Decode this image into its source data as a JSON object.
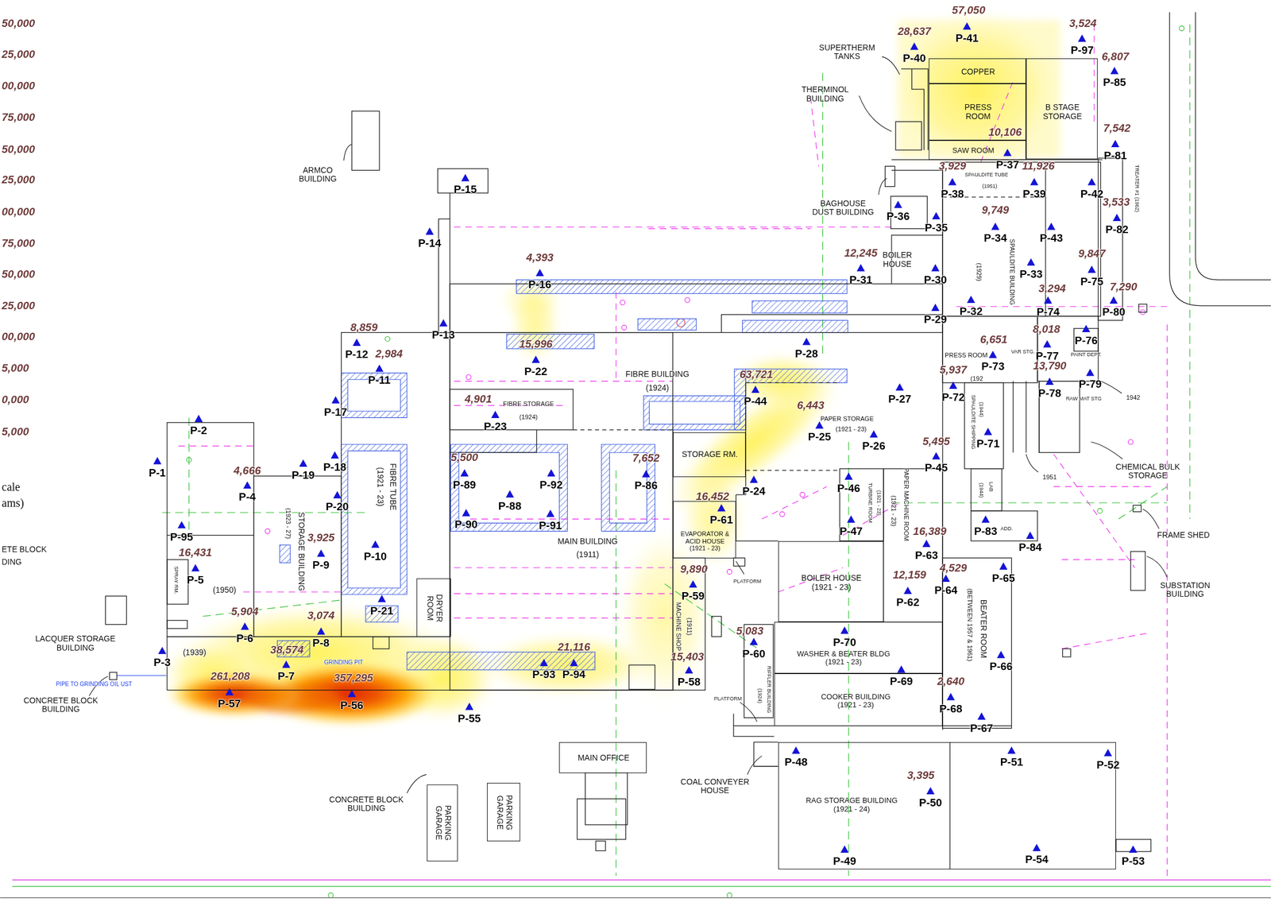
{
  "diagram": {
    "nodes": [
      {
        "text": [
          "COPPER"
        ]
      },
      {
        "text": [
          "PRESS ROOM"
        ]
      },
      {
        "text": [
          "B STAGE STORAGE"
        ]
      },
      {
        "text": [
          "SAW ROOM"
        ]
      },
      {
        "text": [
          "MAIN OFFICE"
        ]
      },
      {
        "text": [
          "PARKING GARAGE"
        ]
      },
      {
        "text": [
          "PARKING GARAGE"
        ]
      },
      {
        "text": [
          "DRYER ROOM"
        ]
      },
      {
        "text": [
          "STORAGE RM."
        ]
      },
      {
        "text": [
          "BOILER HOUSE",
          "(1921 - 23)"
        ]
      },
      {
        "text": [
          "WASHER & BEATER BLDG",
          "(1921 - 23)"
        ]
      },
      {
        "text": [
          "COOKER BUILDING",
          "(1921 - 23)"
        ]
      },
      {
        "text": [
          "EVAPORATOR & ACID HOUSE",
          "(1921 - 23)"
        ]
      },
      {
        "text": [
          "RAG STORAGE BUILDING",
          "(1921 - 24)"
        ]
      }
    ],
    "labels": [
      "50,000",
      "25,000",
      "00,000",
      "75,000",
      "50,000",
      "25,000",
      "00,000",
      "75,000",
      "50,000",
      "25,000",
      "00,000",
      "5,000",
      "0,000",
      "5,000",
      "cale",
      "ams)",
      "ETE BLOCK",
      "DING",
      "57,050",
      "P-41",
      "28,637",
      "P-40",
      "3,524",
      "P-97",
      "6,807",
      "P-85",
      "SUPERTHERM TANKS",
      "THERMINOL BUILDING",
      "ARMCO BUILDING",
      "7,542",
      "P-81",
      "10,106",
      "P-37",
      "3,929",
      "P-38",
      "SPAULDITE TUBE",
      "(1951)",
      "11,926",
      "P-39",
      "P-42",
      "TREATER #1 (1962)",
      "3,533",
      "P-82",
      "P-15",
      "BAGHOUSE DUST BUILDING",
      "P-36",
      "P-35",
      "9,749",
      "P-34",
      "SPAULDITE BUILDING",
      "(1929)",
      "P-43",
      "P-14",
      "12,245",
      "BOILER HOUSE",
      "P-31",
      "P-30",
      "3,294",
      "P-33",
      "9,847",
      "P-75",
      "7,290",
      "P-80",
      "4,393",
      "P-16",
      "P-32",
      "P-74",
      "P-29",
      "8,859",
      "P-12",
      "2,984",
      "P-11",
      "P-13",
      "15,996",
      "P-22",
      "P-28",
      "6,651",
      "PRESS ROOM",
      "(192",
      "P-73",
      "8,018",
      "P-77",
      "VAR STG.",
      "P-76",
      "PAINT DEPT.",
      "5,937",
      "13,790",
      "P-78",
      "P-79",
      "RAW MAT STG",
      "1942",
      "63,721",
      "P-44",
      "FIBRE BUILDING",
      "(1924)",
      "P-27",
      "P-72",
      "4,901",
      "FIBRE STORAGE",
      "(1924)",
      "P-23",
      "6,443",
      "PAPER STORAGE",
      "(1921 - 23)",
      "P-25",
      "P-26",
      "P-17",
      "P-2",
      "SPAULDITE SHIPPING",
      "(1944)",
      "P-71",
      "5,495",
      "P-45",
      "5,500",
      "P-89",
      "7,652",
      "P-86",
      "P-92",
      "4,666",
      "P-4",
      "P-1",
      "P-19",
      "P-18",
      "CHEMICAL BULK STORAGE",
      "1951",
      "FIBRE TUBE",
      "(1921 - 23)",
      "P-24",
      "P-46",
      "TURBINE ROOM",
      "(1921 - 23)",
      "PAPER MACHINE ROOM",
      "(1921 - 23)",
      "LAB",
      "(1944)",
      "16,452",
      "P-61",
      "P-88",
      "P-20",
      "P-90",
      "P-91",
      "MAIN BUILDING",
      "(1911)",
      "16,389",
      "P-63",
      "P-83",
      "ADD.",
      "P-84",
      "FRAME SHED",
      "P-95",
      "P-47",
      "3,925",
      "P-9",
      "STORAGE BUILDING",
      "(1923 - 27)",
      "16,431",
      "P-5",
      "SPRAY RM.",
      "(1950)",
      "P-10",
      "9,890",
      "P-59",
      "MACHINE SHOP",
      "(1911)",
      "12,159",
      "P-62",
      "4,529",
      "P-64",
      "P-65",
      "SUBSTATION BUILDING",
      "PLATFORM",
      "BEATER ROOM",
      "(BETWEEN 1957 & 1961)",
      "5,904",
      "P-6",
      "3,074",
      "P-8",
      "P-21",
      "LACQUER STORAGE BUILDING",
      "P-70",
      "5,083",
      "P-60",
      "RIFFLER BUILDING",
      "(1924)",
      "21,116",
      "38,574",
      "(1939)",
      "15,403",
      "P-3",
      "GRINDING PIT",
      "P-66",
      "P-7",
      "261,208",
      "357,295",
      "P-93",
      "P-94",
      "P-69",
      "2,640",
      "P-58",
      "PIPE TO GRINDING OIL UST",
      "P-57",
      "P-56",
      "PLATFORM",
      "CONCRETE BLOCK BUILDING",
      "P-68",
      "P-55",
      "P-67",
      "P-48",
      "P-51",
      "P-52",
      "3,395",
      "P-50",
      "COAL CONVEYER HOUSE",
      "CONCRETE BLOCK BUILDING",
      "P-53",
      "P-54",
      "P-49"
    ]
  }
}
